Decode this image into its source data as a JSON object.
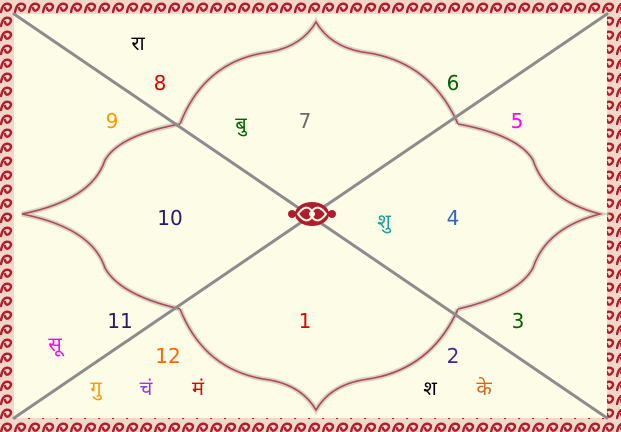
{
  "colors": {
    "background": "#fdfce6",
    "border_red": "#b01c2e",
    "border_light": "#f3d8c8",
    "diagonal": "#8c8c8c",
    "curve": "#b0485a"
  },
  "chart": {
    "houses": [
      {
        "house": 1,
        "label": "1",
        "color": "#e00000"
      },
      {
        "house": 2,
        "label": "2",
        "color": "#3a2a9c"
      },
      {
        "house": 3,
        "label": "3",
        "color": "#006400"
      },
      {
        "house": 4,
        "label": "4",
        "color": "#2a66c8"
      },
      {
        "house": 5,
        "label": "5",
        "color": "#ff00ff"
      },
      {
        "house": 6,
        "label": "6",
        "color": "#006400"
      },
      {
        "house": 7,
        "label": "7",
        "color": "#6a6a6a"
      },
      {
        "house": 8,
        "label": "8",
        "color": "#e00000"
      },
      {
        "house": 9,
        "label": "9",
        "color": "#ff9900"
      },
      {
        "house": 10,
        "label": "10",
        "color": "#2a1a6c"
      },
      {
        "house": 11,
        "label": "11",
        "color": "#2a1a6c"
      },
      {
        "house": 12,
        "label": "12",
        "color": "#ff6600"
      }
    ],
    "planets": [
      {
        "key": "rahu",
        "label": "रा",
        "house": 8,
        "color": "#000000"
      },
      {
        "key": "budh",
        "label": "बु",
        "house": 7,
        "color": "#006400"
      },
      {
        "key": "shukra",
        "label": "शु",
        "house": 4,
        "color": "#1a9a9a"
      },
      {
        "key": "surya",
        "label": "सू",
        "house": 11,
        "color": "#ff00ff"
      },
      {
        "key": "guru",
        "label": "गु",
        "house": 12,
        "color": "#ff9900"
      },
      {
        "key": "chandra",
        "label": "चं",
        "house": 12,
        "color": "#9933ff"
      },
      {
        "key": "mangal",
        "label": "मं",
        "house": 12,
        "color": "#e00000"
      },
      {
        "key": "shani",
        "label": "श",
        "house": 2,
        "color": "#000000"
      },
      {
        "key": "ketu",
        "label": "के",
        "house": 2,
        "color": "#d2691e"
      }
    ]
  }
}
